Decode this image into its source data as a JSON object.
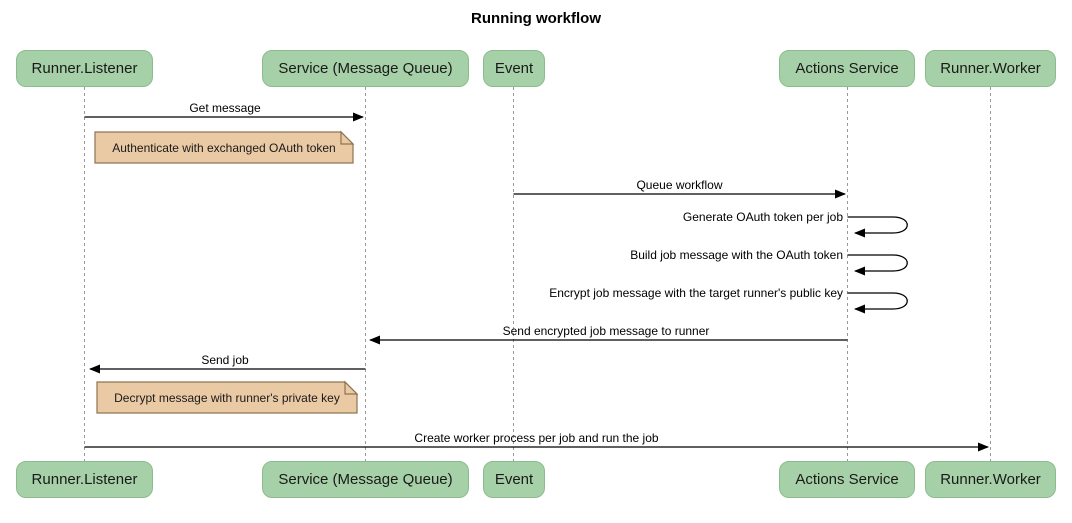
{
  "title": "Running workflow",
  "colors": {
    "actor_fill": "#A6D0A7",
    "actor_border": "#8CBC8D",
    "note_fill": "#EACAA4",
    "note_border": "#8F7350",
    "lifeline": "#999999",
    "arrow": "#000000"
  },
  "participants": [
    {
      "name": "Runner.Listener"
    },
    {
      "name": "Service (Message Queue)"
    },
    {
      "name": "Event"
    },
    {
      "name": "Actions Service"
    },
    {
      "name": "Runner.Worker"
    }
  ],
  "messages": [
    {
      "label": "Get message",
      "from": "Runner.Listener",
      "to": "Service (Message Queue)",
      "type": "arrow"
    },
    {
      "label": "Queue workflow",
      "from": "Event",
      "to": "Actions Service",
      "type": "arrow"
    },
    {
      "label": "Generate OAuth token per job",
      "from": "Actions Service",
      "to": "Actions Service",
      "type": "self"
    },
    {
      "label": "Build job message with the OAuth token",
      "from": "Actions Service",
      "to": "Actions Service",
      "type": "self"
    },
    {
      "label": "Encrypt job message with the target runner's public key",
      "from": "Actions Service",
      "to": "Actions Service",
      "type": "self"
    },
    {
      "label": "Send encrypted job message to runner",
      "from": "Actions Service",
      "to": "Service (Message Queue)",
      "type": "arrow"
    },
    {
      "label": "Send job",
      "from": "Service (Message Queue)",
      "to": "Runner.Listener",
      "type": "arrow"
    },
    {
      "label": "Create worker process per job and run the job",
      "from": "Runner.Listener",
      "to": "Runner.Worker",
      "type": "arrow"
    }
  ],
  "notes": [
    {
      "text": "Authenticate with exchanged OAuth token",
      "anchor": "Runner.Listener"
    },
    {
      "text": "Decrypt message with runner's private key",
      "anchor": "Runner.Listener"
    }
  ]
}
